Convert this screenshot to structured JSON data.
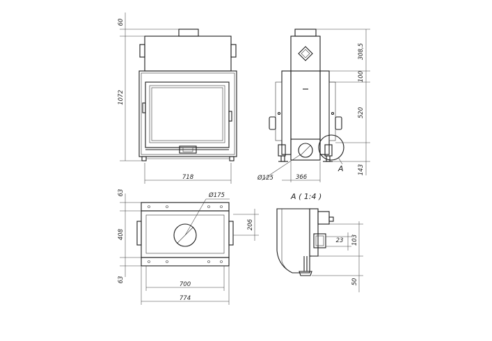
{
  "front_view": {
    "dim_top": "60",
    "dim_height": "1072",
    "dim_width": "718"
  },
  "side_view": {
    "dim_a": "308,5",
    "dim_b": "100",
    "dim_c": "520",
    "dim_d": "143",
    "dim_flue": "Ø125",
    "dim_depth": "366",
    "detail_marker": "A"
  },
  "top_view": {
    "dim_collar": "Ø175",
    "dim_206": "206",
    "dim_63_top": "63",
    "dim_408": "408",
    "dim_63_bottom": "63",
    "dim_700": "700",
    "dim_774": "774"
  },
  "detail_view": {
    "title": "A ( 1:4 )",
    "dim_23": "23",
    "dim_103": "103",
    "dim_50": "50"
  }
}
